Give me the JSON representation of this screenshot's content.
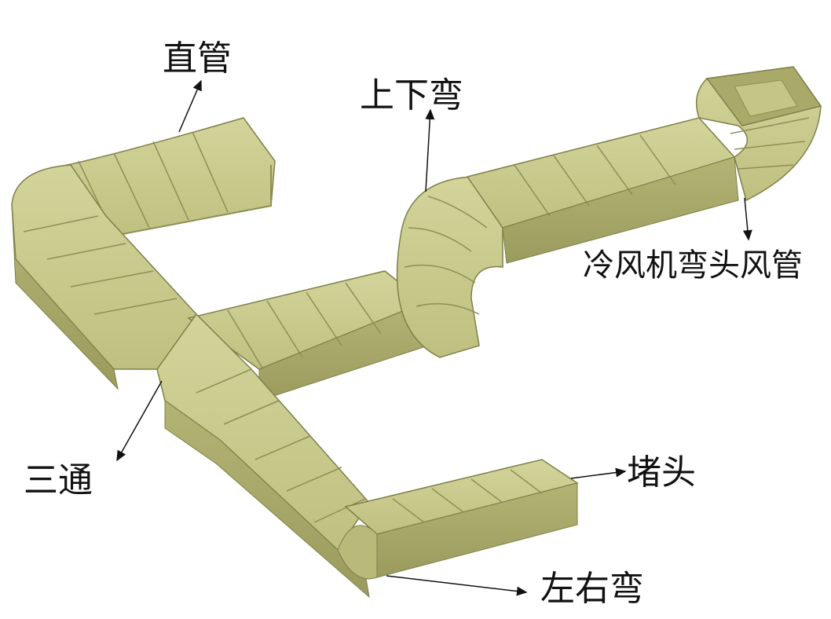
{
  "labels": {
    "straight_pipe": "直管",
    "vertical_bend": "上下弯",
    "fan_coil_elbow": "冷风机弯头风管",
    "tee": "三通",
    "end_cap": "堵头",
    "horizontal_bend": "左右弯"
  },
  "colors": {
    "duct_top": "#c8c98a",
    "duct_side": "#a9aa6a",
    "duct_edge": "#7f8048",
    "seam": "#8e8f55",
    "arrow": "#111111"
  }
}
